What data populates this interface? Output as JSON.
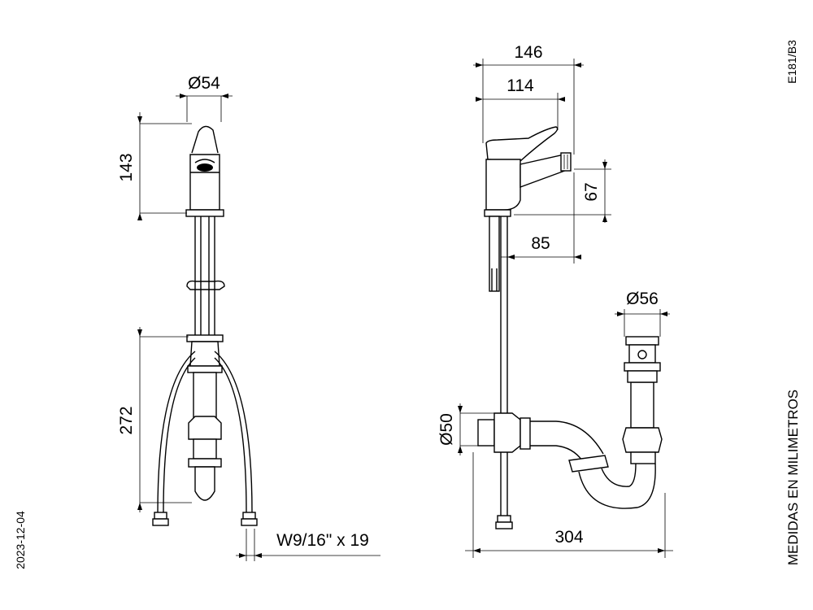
{
  "labels": {
    "diam_54": "Ø54",
    "h_143": "143",
    "h_272": "272",
    "thread": "W9/16\" x 19",
    "w_146": "146",
    "w_114": "114",
    "h_67": "67",
    "w_85": "85",
    "diam_56": "Ø56",
    "diam_50": "Ø50",
    "w_304": "304"
  },
  "code": "E181/B3",
  "date": "2023-12-04",
  "units_note": "MEDIDAS EN MILIMETROS"
}
